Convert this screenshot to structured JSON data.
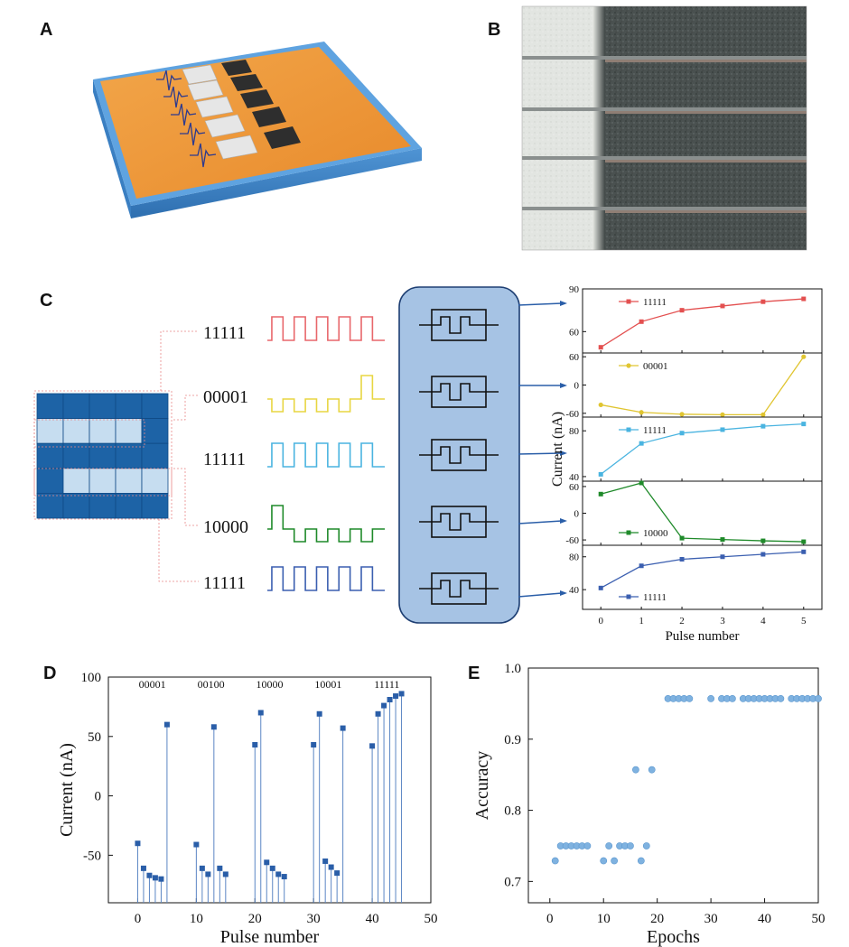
{
  "panels": {
    "a": "A",
    "b": "B",
    "c": "C",
    "d": "D",
    "e": "E"
  },
  "panel_c": {
    "codes": [
      "11111",
      "00001",
      "11111",
      "10000",
      "11111"
    ],
    "pulse_colors": [
      "#e8676b",
      "#e8d642",
      "#4ab4e0",
      "#1f8a2a",
      "#3b5fb0"
    ],
    "device_box_color": "#a6c3e4",
    "grid_dark": "#1d63a6",
    "grid_light": "#c6ddf0"
  },
  "chart_data": [
    {
      "type": "line",
      "xlabel": "Pulse number",
      "ylabel": "Current (nA)",
      "x": [
        0,
        1,
        2,
        3,
        4,
        5
      ],
      "xticks": [
        0,
        1,
        2,
        3,
        4,
        5
      ],
      "subplots": [
        {
          "name": "11111",
          "color": "#e35050",
          "marker": "square",
          "values": [
            49,
            67,
            75,
            78,
            81,
            83
          ],
          "ylim": [
            45,
            90
          ],
          "yticks": [
            60,
            90
          ]
        },
        {
          "name": "00001",
          "color": "#e0c531",
          "marker": "circle",
          "values": [
            -42,
            -58,
            -62,
            -63,
            -63,
            60
          ],
          "ylim": [
            -68,
            68
          ],
          "yticks": [
            -60,
            0,
            60
          ]
        },
        {
          "name": "11111",
          "color": "#4ab4e0",
          "marker": "square",
          "values": [
            42,
            69,
            78,
            81,
            84,
            86
          ],
          "ylim": [
            36,
            92
          ],
          "yticks": [
            40,
            80
          ]
        },
        {
          "name": "10000",
          "color": "#1f8a2a",
          "marker": "square",
          "values": [
            43,
            68,
            -56,
            -59,
            -62,
            -64
          ],
          "ylim": [
            -72,
            72
          ],
          "yticks": [
            -60,
            0,
            60
          ]
        },
        {
          "name": "11111",
          "color": "#3b5fb0",
          "marker": "square",
          "values": [
            42,
            69,
            77,
            80,
            83,
            86
          ],
          "ylim": [
            16,
            94
          ],
          "yticks": [
            40,
            80
          ]
        }
      ]
    },
    {
      "type": "scatter",
      "style": "stem",
      "xlabel": "Pulse number",
      "ylabel": "Current (nA)",
      "xlim": [
        -5,
        50
      ],
      "ylim": [
        -90,
        100
      ],
      "xticks": [
        0,
        10,
        20,
        30,
        40,
        50
      ],
      "yticks": [
        -50,
        0,
        50,
        100
      ],
      "color": "#2a5ea8",
      "groups": [
        {
          "label": "00001",
          "x": [
            0,
            1,
            2,
            3,
            4,
            5
          ],
          "y": [
            -40,
            -61,
            -67,
            -69,
            -70,
            60
          ]
        },
        {
          "label": "00100",
          "x": [
            10,
            11,
            12,
            13,
            14,
            15
          ],
          "y": [
            -41,
            -61,
            -66,
            58,
            -61,
            -66
          ]
        },
        {
          "label": "10000",
          "x": [
            20,
            21,
            22,
            23,
            24,
            25
          ],
          "y": [
            43,
            70,
            -56,
            -61,
            -66,
            -68
          ]
        },
        {
          "label": "10001",
          "x": [
            30,
            31,
            32,
            33,
            34,
            35
          ],
          "y": [
            43,
            69,
            -55,
            -60,
            -65,
            57
          ]
        },
        {
          "label": "11111",
          "x": [
            40,
            41,
            42,
            43,
            44,
            45
          ],
          "y": [
            42,
            69,
            76,
            81,
            84,
            86
          ]
        }
      ]
    },
    {
      "type": "scatter",
      "xlabel": "Epochs",
      "ylabel": "Accuracy",
      "xlim": [
        -4,
        50
      ],
      "ylim": [
        0.67,
        1.0
      ],
      "xticks": [
        0,
        10,
        20,
        30,
        40,
        50
      ],
      "yticks": [
        0.7,
        0.8,
        0.9,
        1.0
      ],
      "color": "#7fb2e0",
      "x": [
        1,
        2,
        3,
        4,
        5,
        6,
        7,
        10,
        11,
        12,
        13,
        14,
        15,
        16,
        17,
        18,
        19,
        22,
        23,
        24,
        25,
        26,
        30,
        32,
        33,
        34,
        36,
        37,
        38,
        39,
        40,
        41,
        42,
        43,
        45,
        46,
        47,
        48,
        49,
        50
      ],
      "y": [
        0.729,
        0.75,
        0.75,
        0.75,
        0.75,
        0.75,
        0.75,
        0.729,
        0.75,
        0.729,
        0.75,
        0.75,
        0.75,
        0.857,
        0.729,
        0.75,
        0.857,
        0.957,
        0.957,
        0.957,
        0.957,
        0.957,
        0.957,
        0.957,
        0.957,
        0.957,
        0.957,
        0.957,
        0.957,
        0.957,
        0.957,
        0.957,
        0.957,
        0.957,
        0.957,
        0.957,
        0.957,
        0.957,
        0.957,
        0.957
      ]
    }
  ]
}
